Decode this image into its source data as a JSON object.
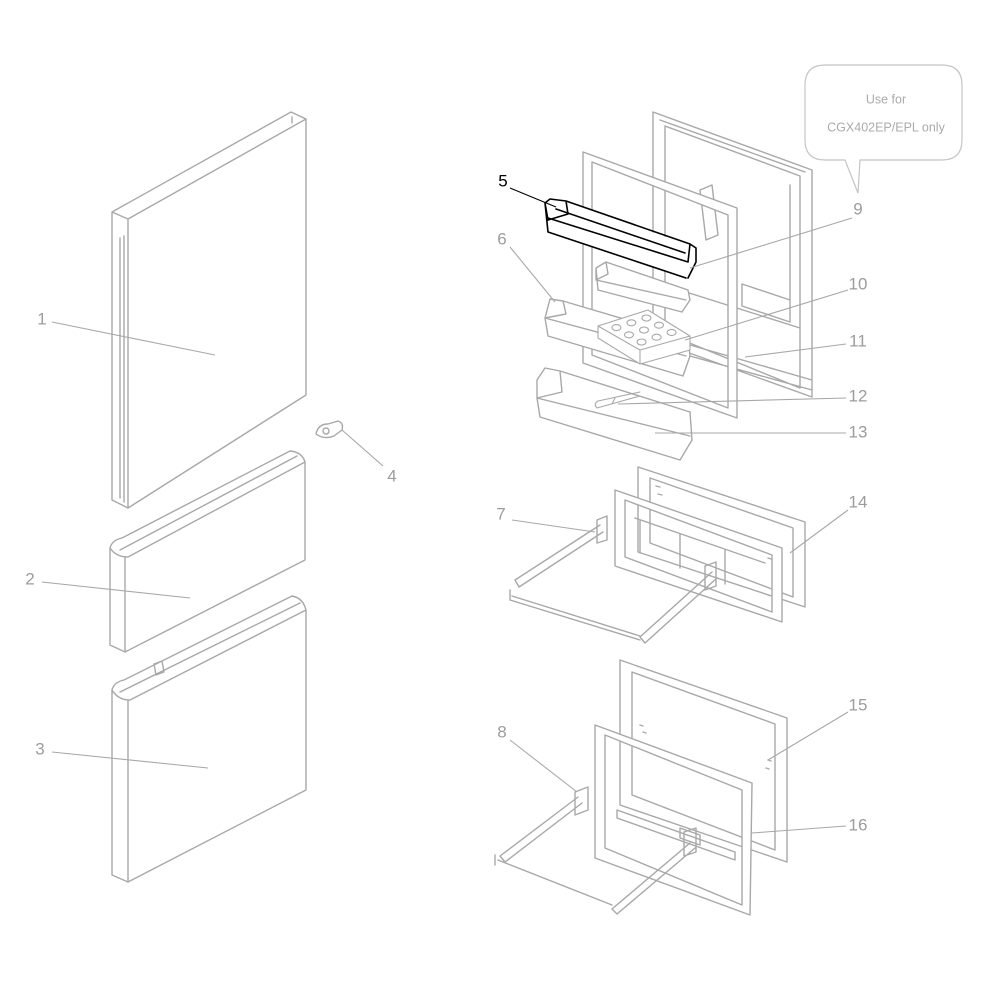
{
  "figure": {
    "callouts": [
      "1",
      "2",
      "3",
      "4",
      "5",
      "6",
      "7",
      "8",
      "9",
      "10",
      "11",
      "12",
      "13",
      "14",
      "15",
      "16"
    ],
    "note": {
      "line1": "Use for",
      "line2": "CGX402EP/EPL only"
    }
  },
  "colors": {
    "background": "#ffffff",
    "part_line": "#a8a8a8",
    "label": "#9c9c9c",
    "highlight": "#000000"
  }
}
